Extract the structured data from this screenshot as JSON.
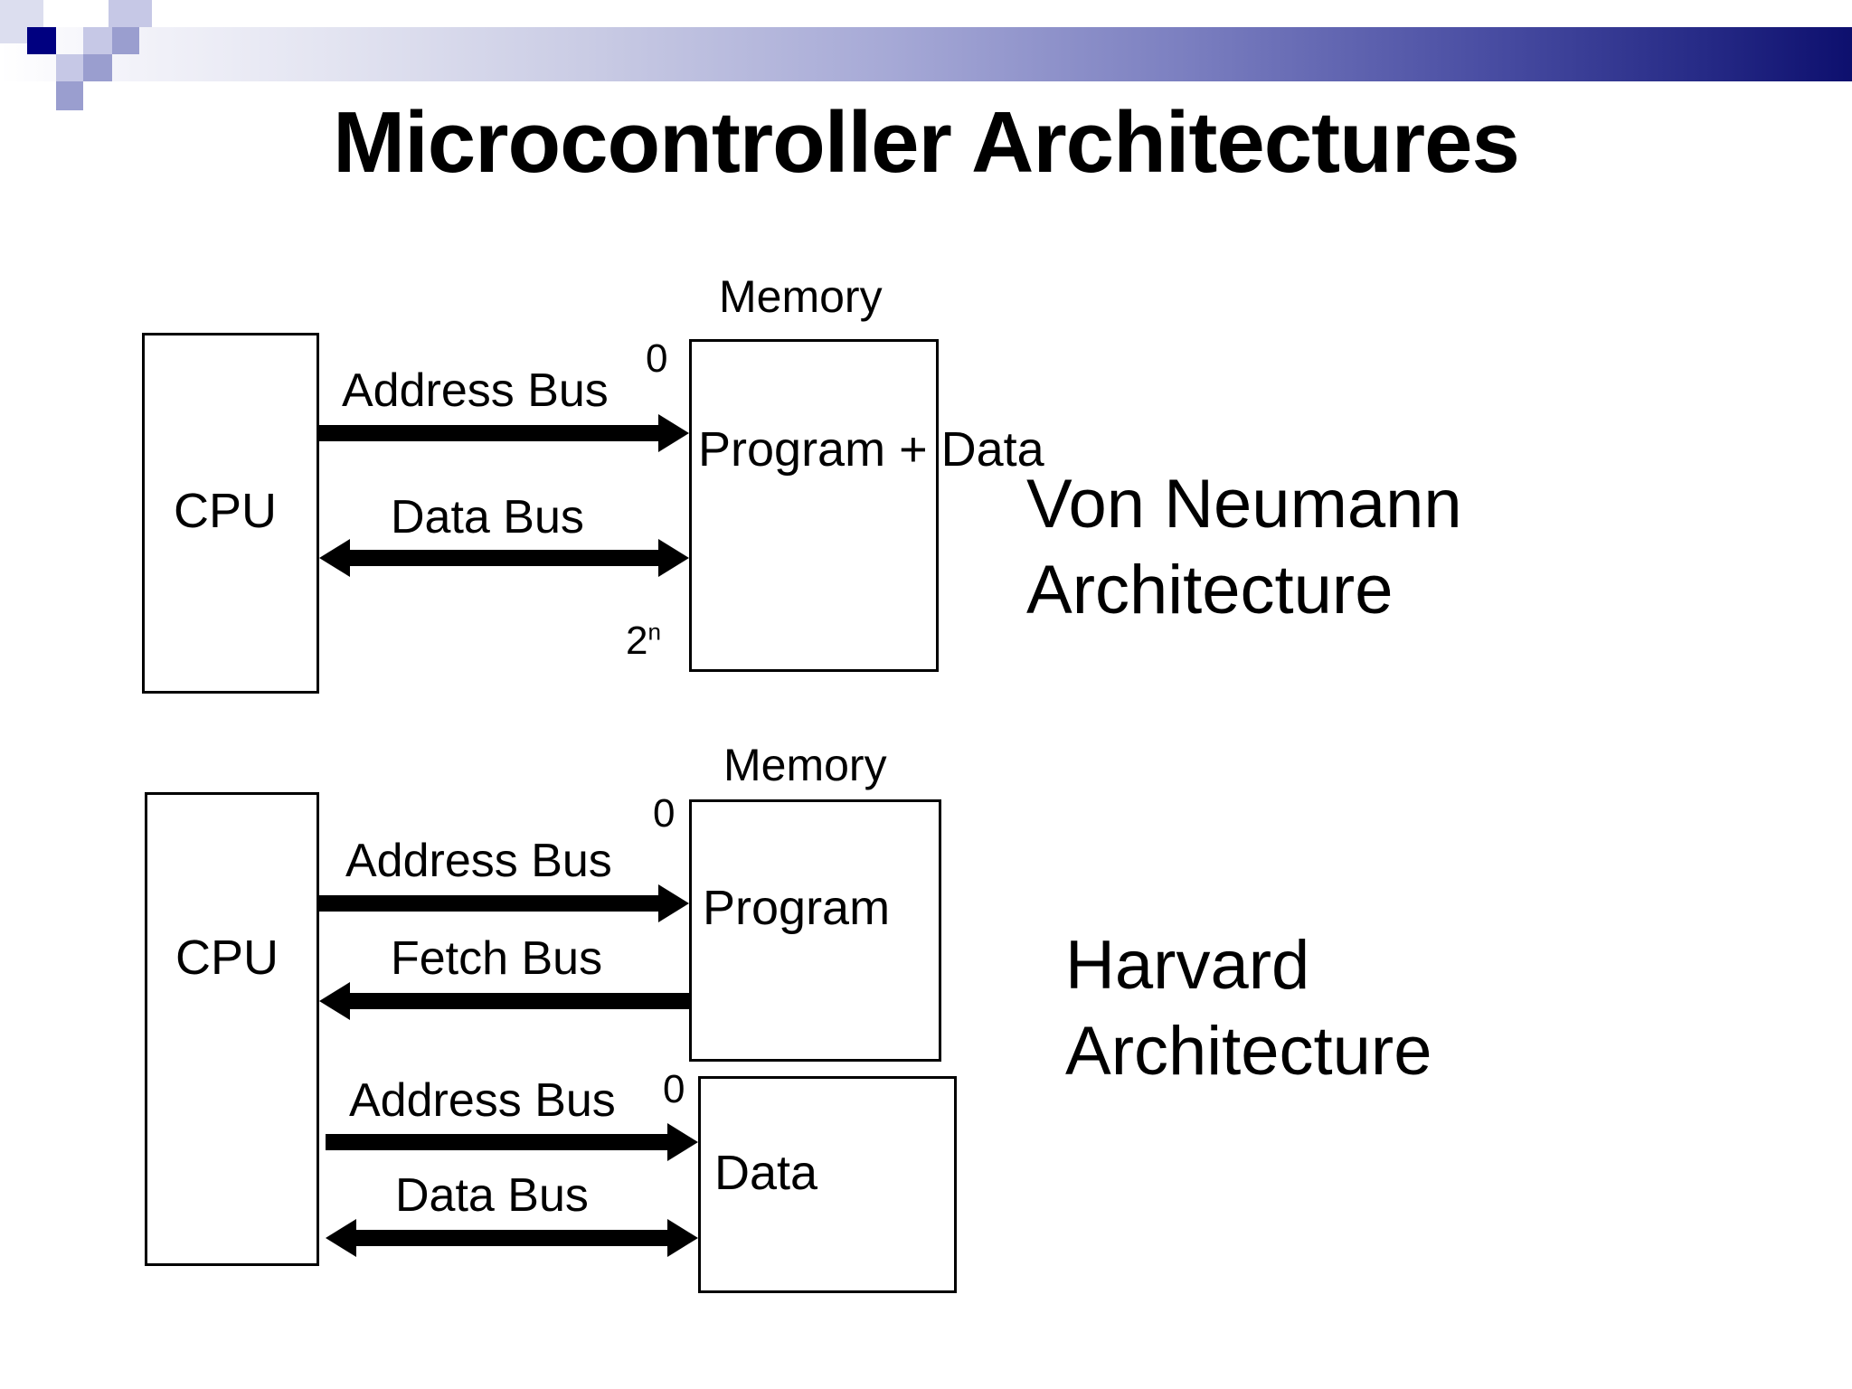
{
  "slide": {
    "title": "Microcontroller Architectures",
    "background_color": "#ffffff",
    "accent_color": "#000080"
  },
  "header": {
    "bar_gradient_from": "#ffffff",
    "bar_gradient_to": "#0d0f6e",
    "square_navy": "#000080",
    "square_lavender": "#c6c8e6",
    "square_mid": "#9a9ecf"
  },
  "diagrams": [
    {
      "id": "von-neumann",
      "caption": "Von Neumann\nArchitecture",
      "memory_title": "Memory",
      "cpu_label": "CPU",
      "memory_label": "Program\n+ Data",
      "addr_top": "0",
      "addr_bottom": "2",
      "addr_bottom_sup": "n",
      "buses": [
        {
          "label": "Address Bus",
          "direction": "right"
        },
        {
          "label": "Data Bus",
          "direction": "both"
        }
      ]
    },
    {
      "id": "harvard",
      "caption": "Harvard\nArchitecture",
      "memory_title": "Memory",
      "cpu_label": "CPU",
      "program_label": "Program",
      "data_label": "Data",
      "addr_program": "0",
      "addr_data": "0",
      "buses": [
        {
          "label": "Address Bus",
          "direction": "right"
        },
        {
          "label": "Fetch Bus",
          "direction": "left"
        },
        {
          "label": "Address Bus",
          "direction": "right"
        },
        {
          "label": "Data Bus",
          "direction": "both"
        }
      ]
    }
  ]
}
